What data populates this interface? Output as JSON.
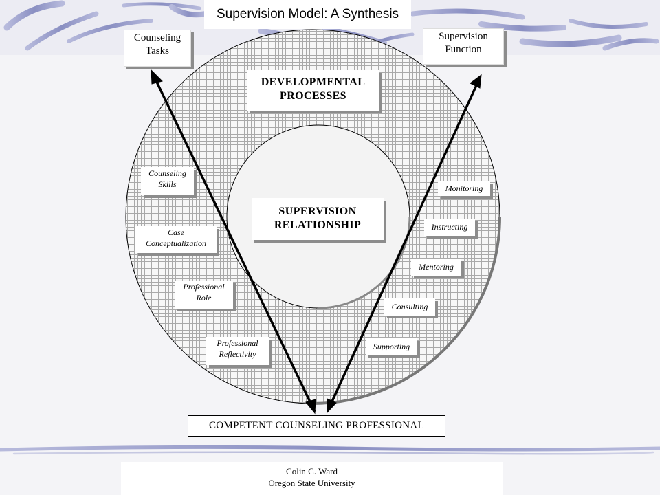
{
  "title": "Supervision Model: A Synthesis",
  "top_left_box": {
    "line1": "Counseling",
    "line2": "Tasks"
  },
  "top_right_box": {
    "line1": "Supervision",
    "line2": "Function"
  },
  "outer_circle_label": {
    "line1": "DEVELOPMENTAL",
    "line2": "PROCESSES"
  },
  "inner_circle_label": {
    "line1": "SUPERVISION",
    "line2": "RELATIONSHIP"
  },
  "tasks": [
    {
      "line1": "Counseling",
      "line2": "Skills"
    },
    {
      "line1": "Case",
      "line2": "Conceptualization"
    },
    {
      "line1": "Professional",
      "line2": "Role"
    },
    {
      "line1": "Professional",
      "line2": "Reflectivity"
    }
  ],
  "functions": [
    "Monitoring",
    "Instructing",
    "Mentoring",
    "Consulting",
    "Supporting"
  ],
  "bottom_box": "COMPETENT COUNSELING PROFESSIONAL",
  "credit": {
    "line1": "Colin C. Ward",
    "line2": "Oregon State University"
  },
  "colors": {
    "background": "#f4f4f7",
    "stroke": "#8a8fc2",
    "circle_fill": "#dcdcdc"
  }
}
